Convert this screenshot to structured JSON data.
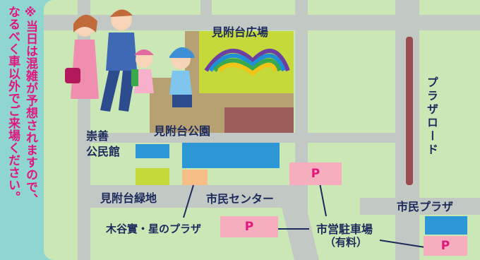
{
  "notice": {
    "column1": "※当日は混雑が予想されますので、",
    "column2": "なるべく車以外でご来場ください。"
  },
  "map": {
    "plaza": "見附台広場",
    "park": "見附台公園",
    "community_hall": "崇善\n公民館",
    "greenway": "見附台緑地",
    "civic_center": "市民センター",
    "kitanishi": "木谷實・星のプラザ",
    "parking": "市営駐車場",
    "paid": "（有料）",
    "shimin_plaza": "市民プラザ",
    "plaza_road": "プラザロード",
    "p_mark": "P"
  },
  "colors": {
    "road": "#c2c9c4",
    "plaza_green": "#c6d93b",
    "park_brown": "#b7a173",
    "building_blue": "#2d97d6",
    "parking_pink": "#f6aebf",
    "label_navy": "#1c2a5c",
    "accent_magenta": "#e0177f",
    "road_maroon": "#9a4b4b"
  }
}
